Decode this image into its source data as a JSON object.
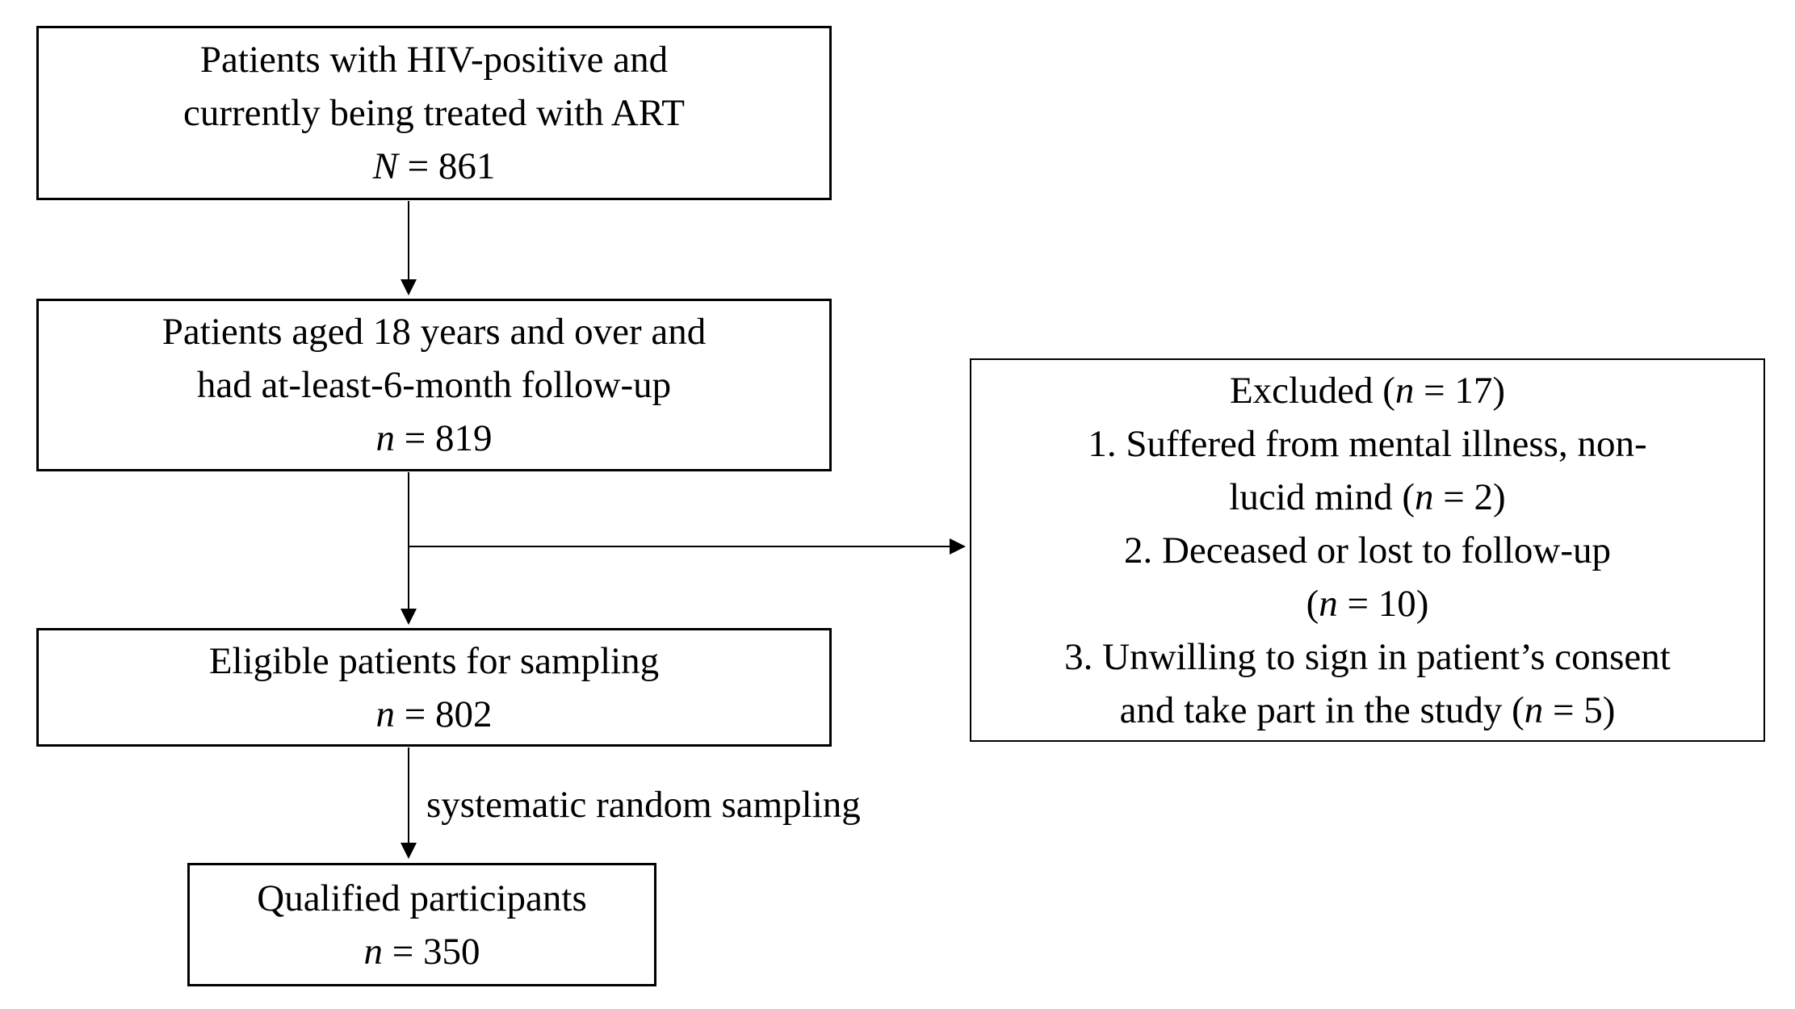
{
  "colors": {
    "ink": "#000000",
    "paper": "#ffffff"
  },
  "flowchart": {
    "boxes": {
      "population": {
        "lines": [
          [
            {
              "t": "Patients with HIV-positive and"
            }
          ],
          [
            {
              "t": "currently being treated with ART"
            }
          ],
          [
            {
              "t": "N",
              "i": true
            },
            {
              "t": " = 861"
            }
          ]
        ]
      },
      "aged": {
        "lines": [
          [
            {
              "t": "Patients aged 18 years and over and"
            }
          ],
          [
            {
              "t": "had at-least-6-month follow-up"
            }
          ],
          [
            {
              "t": "n",
              "i": true
            },
            {
              "t": " = 819"
            }
          ]
        ]
      },
      "eligible": {
        "lines": [
          [
            {
              "t": "Eligible patients for sampling"
            }
          ],
          [
            {
              "t": "n",
              "i": true
            },
            {
              "t": " = 802"
            }
          ]
        ]
      },
      "excluded": {
        "lines": [
          [
            {
              "t": "Excluded ("
            },
            {
              "t": "n",
              "i": true
            },
            {
              "t": " = 17)"
            }
          ],
          [
            {
              "t": "1. Suffered from mental illness, non-"
            }
          ],
          [
            {
              "t": "lucid mind ("
            },
            {
              "t": "n",
              "i": true
            },
            {
              "t": " = 2)"
            }
          ],
          [
            {
              "t": "2. Deceased or lost to follow-up"
            }
          ],
          [
            {
              "t": "("
            },
            {
              "t": "n",
              "i": true
            },
            {
              "t": " = 10)"
            }
          ],
          [
            {
              "t": "3. Unwilling to sign in patient’s consent"
            }
          ],
          [
            {
              "t": "and take part in the study ("
            },
            {
              "t": "n",
              "i": true
            },
            {
              "t": " = 5)"
            }
          ]
        ]
      },
      "qualified": {
        "lines": [
          [
            {
              "t": "Qualified participants"
            }
          ],
          [
            {
              "t": "n",
              "i": true
            },
            {
              "t": " = 350"
            }
          ]
        ]
      }
    },
    "edge_label": "systematic random sampling"
  }
}
